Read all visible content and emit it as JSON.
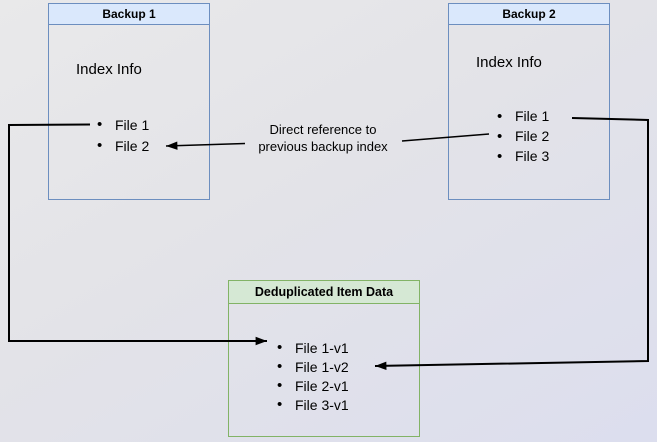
{
  "diagram": {
    "backup1": {
      "title": "Backup 1",
      "section_label": "Index Info",
      "files": [
        "File 1",
        "File 2"
      ]
    },
    "backup2": {
      "title": "Backup 2",
      "section_label": "Index Info",
      "files": [
        "File 1",
        "File 2",
        "File 3"
      ]
    },
    "dedup": {
      "title": "Deduplicated Item Data",
      "files": [
        "File 1-v1",
        "File 1-v2",
        "File 2-v1",
        "File 3-v1"
      ]
    },
    "annotation": {
      "line1": "Direct reference to",
      "line2": "previous backup index"
    },
    "colors": {
      "blue_border": "#6c8ebf",
      "blue_header_fill": "#dae8fc",
      "green_border": "#82b366",
      "green_header_fill": "#d5e8d4",
      "arrow": "#000000"
    }
  }
}
